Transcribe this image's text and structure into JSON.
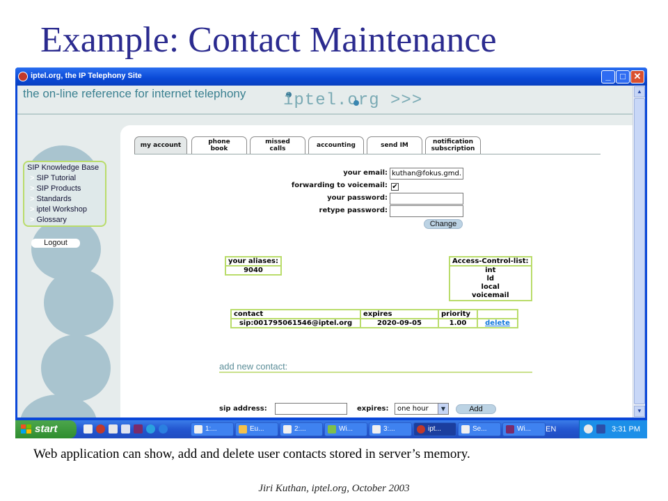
{
  "slide": {
    "title": "Example: Contact Maintenance",
    "caption": "Web application can show, add and delete user contacts stored in server’s memory.",
    "footer": "Jiri Kuthan, iptel.org, October 2003"
  },
  "window": {
    "title": "iptel.org, the IP Telephony Site",
    "controls": [
      "minimize",
      "maximize",
      "close"
    ]
  },
  "banner": {
    "tagline": "the on-line reference for internet telephony",
    "logo": "iptel.org >>>"
  },
  "sidebar": {
    "kb_title": "SIP Knowledge Base",
    "items": [
      {
        "arrow": ">",
        "label": "SIP Tutorial"
      },
      {
        "arrow": ">",
        "label": "SIP Products"
      },
      {
        "arrow": ">",
        "label": "Standards"
      },
      {
        "arrow": ">",
        "label": "iptel Workshop"
      },
      {
        "arrow": ">",
        "label": "Glossary"
      }
    ],
    "logout": "Logout"
  },
  "tabs": [
    {
      "line1": "my account",
      "line2": "",
      "active": true
    },
    {
      "line1": "phone",
      "line2": "book",
      "active": false
    },
    {
      "line1": "missed",
      "line2": "calls",
      "active": false
    },
    {
      "line1": "accounting",
      "line2": "",
      "active": false
    },
    {
      "line1": "send IM",
      "line2": "",
      "active": false
    },
    {
      "line1": "notification",
      "line2": "subscription",
      "active": false
    }
  ],
  "account_form": {
    "email_label": "your email:",
    "email_value": "kuthan@fokus.gmd.",
    "forwarding_label": "forwarding to voicemail:",
    "forwarding_checked": true,
    "check_mark": "✔",
    "password_label": "your password:",
    "password_value": "",
    "retype_label": "retype password:",
    "retype_value": "",
    "change_button": "Change"
  },
  "aliases": {
    "header": "your aliases:",
    "values": [
      "9040"
    ]
  },
  "acl": {
    "header": "Access-Control-list:",
    "values": [
      "int",
      "ld",
      "local",
      "voicemail"
    ]
  },
  "contacts_table": {
    "columns": [
      "contact",
      "expires",
      "priority",
      ""
    ],
    "rows": [
      {
        "contact": "sip:001795061546@iptel.org",
        "expires": "2020-09-05",
        "priority": "1.00",
        "action": "delete"
      }
    ]
  },
  "add_contact": {
    "title": "add new contact:",
    "sip_label": "sip address:",
    "sip_value": "",
    "expires_label": "expires:",
    "expires_value": "one hour",
    "add_button": "Add"
  },
  "taskbar": {
    "start": "start",
    "tasks": [
      {
        "label": "1:...",
        "active": false
      },
      {
        "label": "Eu...",
        "active": false
      },
      {
        "label": "2:...",
        "active": false
      },
      {
        "label": "Wi...",
        "active": false
      },
      {
        "label": "3:...",
        "active": false
      },
      {
        "label": "ipt...",
        "active": true
      },
      {
        "label": "Se...",
        "active": false
      },
      {
        "label": "Wi...",
        "active": false
      }
    ],
    "language": "EN",
    "time": "3:31 PM"
  }
}
